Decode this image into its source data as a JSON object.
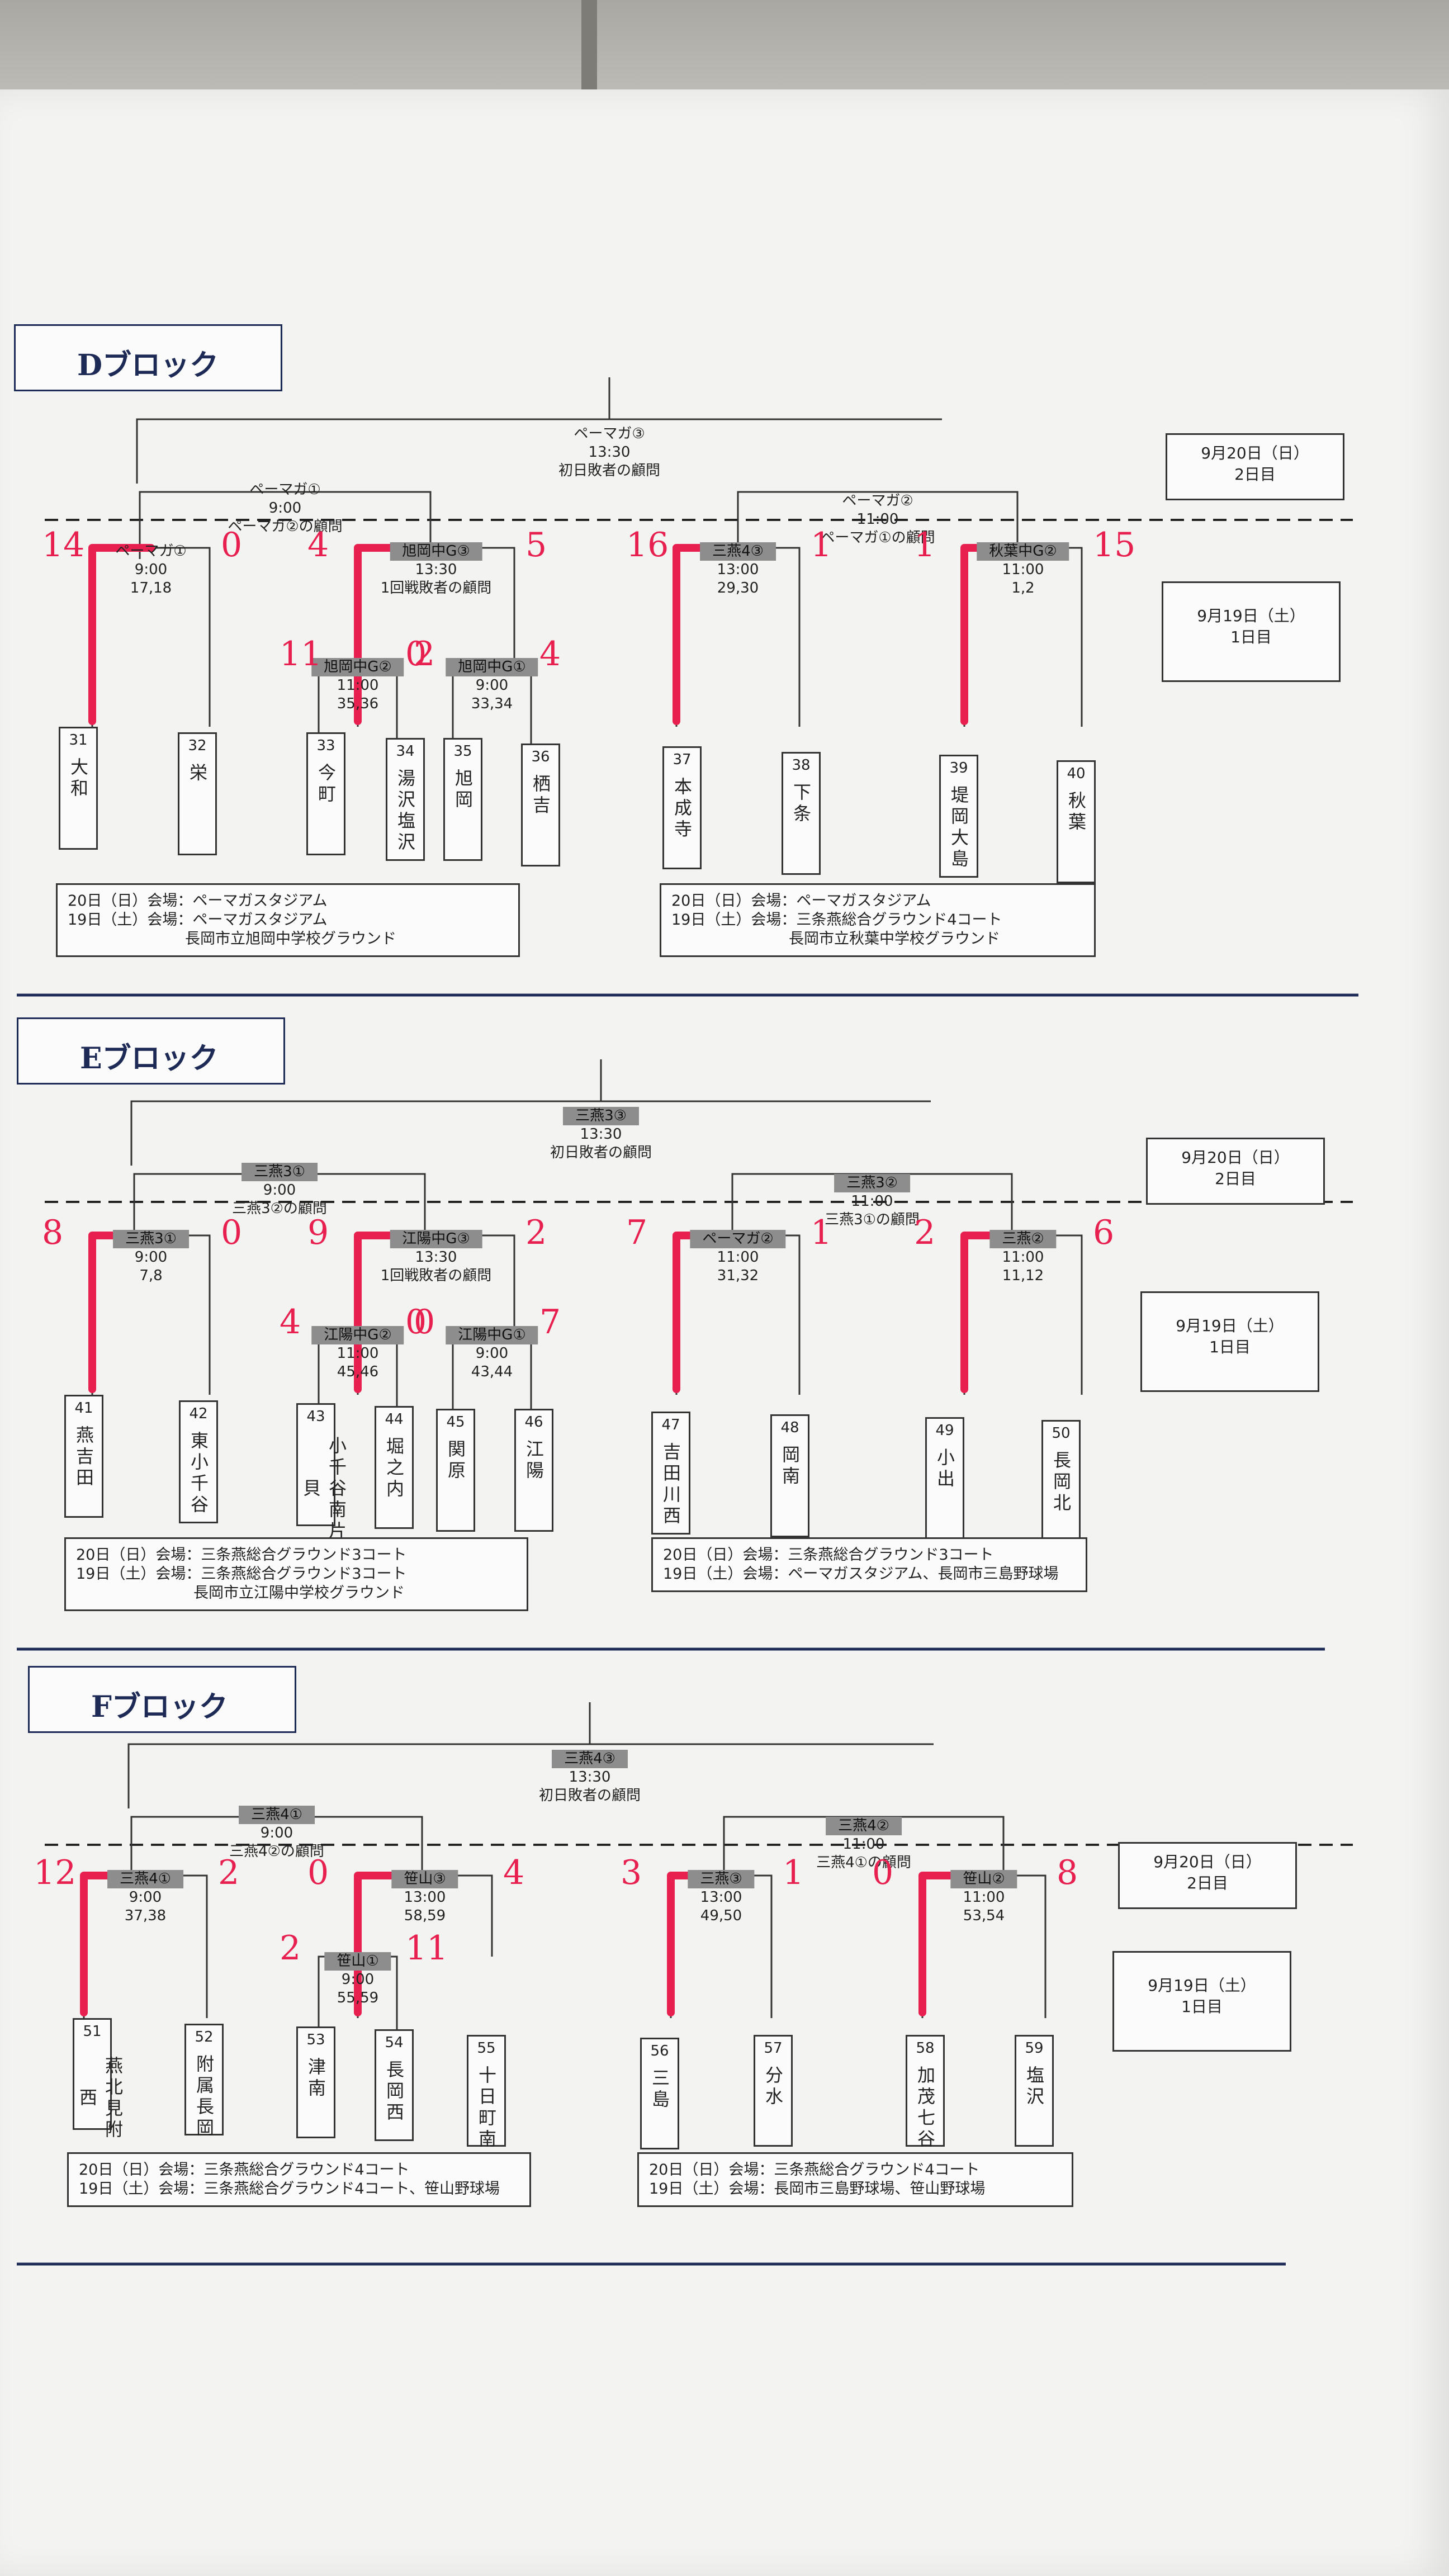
{
  "blocks": [
    {
      "title": "Dブロック",
      "day2": {
        "date": "9月20日（日）",
        "label": "2日目"
      },
      "day1": {
        "date": "9月19日（土）",
        "label": "1日目"
      },
      "final": {
        "venue": "ペーマガ③",
        "time": "13:30",
        "note": "初日敗者の顧問"
      },
      "semis": [
        {
          "venue": "ペーマガ①",
          "time": "9:00",
          "note": "ペーマガ②の顧問"
        },
        {
          "venue": "ペーマガ②",
          "time": "11:00",
          "note": "ペーマガ①の顧問"
        }
      ],
      "r1": [
        {
          "venue": "ペーマガ①",
          "time": "9:00",
          "note": "17,18",
          "score_l": "14",
          "score_r": "0"
        },
        {
          "venue": "旭岡中G③",
          "time": "13:30",
          "note": "1回戦敗者の顧問",
          "score_l": "4",
          "score_r": "5"
        },
        {
          "venue": "三燕4③",
          "time": "13:00",
          "note": "29,30",
          "score_l": "16",
          "score_r": "1"
        },
        {
          "venue": "秋葉中G②",
          "time": "11:00",
          "note": "1,2",
          "score_l": "1",
          "score_r": "15"
        }
      ],
      "r0": [
        {
          "venue": "旭岡中G②",
          "time": "11:00",
          "note": "35,36",
          "score_l": "11",
          "score_r": "0"
        },
        {
          "venue": "旭岡中G①",
          "time": "9:00",
          "note": "33,34",
          "score_l": "2",
          "score_r": "4"
        }
      ],
      "teams": [
        {
          "num": "31",
          "name": "大和"
        },
        {
          "num": "32",
          "name": "栄"
        },
        {
          "num": "33",
          "name": "今町"
        },
        {
          "num": "34",
          "name": "湯沢塩沢"
        },
        {
          "num": "35",
          "name": "旭岡"
        },
        {
          "num": "36",
          "name": "栖吉"
        },
        {
          "num": "37",
          "name": "本成寺"
        },
        {
          "num": "38",
          "name": "下条"
        },
        {
          "num": "39",
          "name": "堤岡大島"
        },
        {
          "num": "40",
          "name": "秋葉"
        }
      ],
      "venues": [
        [
          "20日（日）会場：ペーマガスタジアム",
          "19日（土）会場：ペーマガスタジアム",
          "長岡市立旭岡中学校グラウンド"
        ],
        [
          "20日（日）会場：ペーマガスタジアム",
          "19日（土）会場：三条燕総合グラウンド4コート",
          "長岡市立秋葉中学校グラウンド"
        ]
      ]
    },
    {
      "title": "Eブロック",
      "day2": {
        "date": "9月20日（日）",
        "label": "2日目"
      },
      "day1": {
        "date": "9月19日（土）",
        "label": "1日目"
      },
      "final": {
        "venue": "三燕3③",
        "time": "13:30",
        "note": "初日敗者の顧問"
      },
      "semis": [
        {
          "venue": "三燕3①",
          "time": "9:00",
          "note": "三燕3②の顧問"
        },
        {
          "venue": "三燕3②",
          "time": "11:00",
          "note": "三燕3①の顧問"
        }
      ],
      "r1": [
        {
          "venue": "三燕3①",
          "time": "9:00",
          "note": "7,8",
          "score_l": "8",
          "score_r": "0"
        },
        {
          "venue": "江陽中G③",
          "time": "13:30",
          "note": "1回戦敗者の顧問",
          "score_l": "9",
          "score_r": "2"
        },
        {
          "venue": "ペーマガ②",
          "time": "11:00",
          "note": "31,32",
          "score_l": "7",
          "score_r": "1"
        },
        {
          "venue": "三燕②",
          "time": "11:00",
          "note": "11,12",
          "score_l": "2",
          "score_r": "6"
        }
      ],
      "r0": [
        {
          "venue": "江陽中G②",
          "time": "11:00",
          "note": "45,46",
          "score_l": "4",
          "score_r": "0"
        },
        {
          "venue": "江陽中G①",
          "time": "9:00",
          "note": "43,44",
          "score_l": "0",
          "score_r": "7"
        }
      ],
      "teams": [
        {
          "num": "41",
          "name": "燕吉田"
        },
        {
          "num": "42",
          "name": "東小千谷"
        },
        {
          "num": "43",
          "name": "小千谷南片貝"
        },
        {
          "num": "44",
          "name": "堀之内"
        },
        {
          "num": "45",
          "name": "関原"
        },
        {
          "num": "46",
          "name": "江陽"
        },
        {
          "num": "47",
          "name": "吉田川西"
        },
        {
          "num": "48",
          "name": "岡南"
        },
        {
          "num": "49",
          "name": "小出"
        },
        {
          "num": "50",
          "name": "長岡北"
        }
      ],
      "venues": [
        [
          "20日（日）会場：三条燕総合グラウンド3コート",
          "19日（土）会場：三条燕総合グラウンド3コート",
          "長岡市立江陽中学校グラウンド"
        ],
        [
          "20日（日）会場：三条燕総合グラウンド3コート",
          "19日（土）会場：ペーマガスタジアム、長岡市三島野球場"
        ]
      ]
    },
    {
      "title": "Fブロック",
      "day2": {
        "date": "9月20日（日）",
        "label": "2日目"
      },
      "day1": {
        "date": "9月19日（土）",
        "label": "1日目"
      },
      "final": {
        "venue": "三燕4③",
        "time": "13:30",
        "note": "初日敗者の顧問"
      },
      "semis": [
        {
          "venue": "三燕4①",
          "time": "9:00",
          "note": "三燕4②の顧問"
        },
        {
          "venue": "三燕4②",
          "time": "11:00",
          "note": "三燕4①の顧問"
        }
      ],
      "r1": [
        {
          "venue": "三燕4①",
          "time": "9:00",
          "note": "37,38",
          "score_l": "12",
          "score_r": "2"
        },
        {
          "venue": "笹山③",
          "time": "13:00",
          "note": "58,59",
          "score_l": "0",
          "score_r": "4"
        },
        {
          "venue": "三燕③",
          "time": "13:00",
          "note": "49,50",
          "score_l": "3",
          "score_r": "1"
        },
        {
          "venue": "笹山②",
          "time": "11:00",
          "note": "53,54",
          "score_l": "0",
          "score_r": "8"
        }
      ],
      "r0": [
        {
          "venue": "笹山①",
          "time": "9:00",
          "note": "55,59",
          "score_l": "2",
          "score_r": "11"
        }
      ],
      "teams": [
        {
          "num": "51",
          "name": "燕北見附西"
        },
        {
          "num": "52",
          "name": "附属長岡"
        },
        {
          "num": "53",
          "name": "津南"
        },
        {
          "num": "54",
          "name": "長岡西"
        },
        {
          "num": "55",
          "name": "十日町南"
        },
        {
          "num": "56",
          "name": "三島"
        },
        {
          "num": "57",
          "name": "分水"
        },
        {
          "num": "58",
          "name": "加茂七谷"
        },
        {
          "num": "59",
          "name": "塩沢"
        }
      ],
      "venues": [
        [
          "20日（日）会場：三条燕総合グラウンド4コート",
          "19日（土）会場：三条燕総合グラウンド4コート、笹山野球場"
        ],
        [
          "20日（日）会場：三条燕総合グラウンド4コート",
          "19日（土）会場：長岡市三島野球場、笹山野球場"
        ]
      ]
    }
  ],
  "colors": {
    "ink": "#222222",
    "navy": "#1d2a55",
    "marker": "#e8204f",
    "header_fill": "#8d8d8d"
  }
}
